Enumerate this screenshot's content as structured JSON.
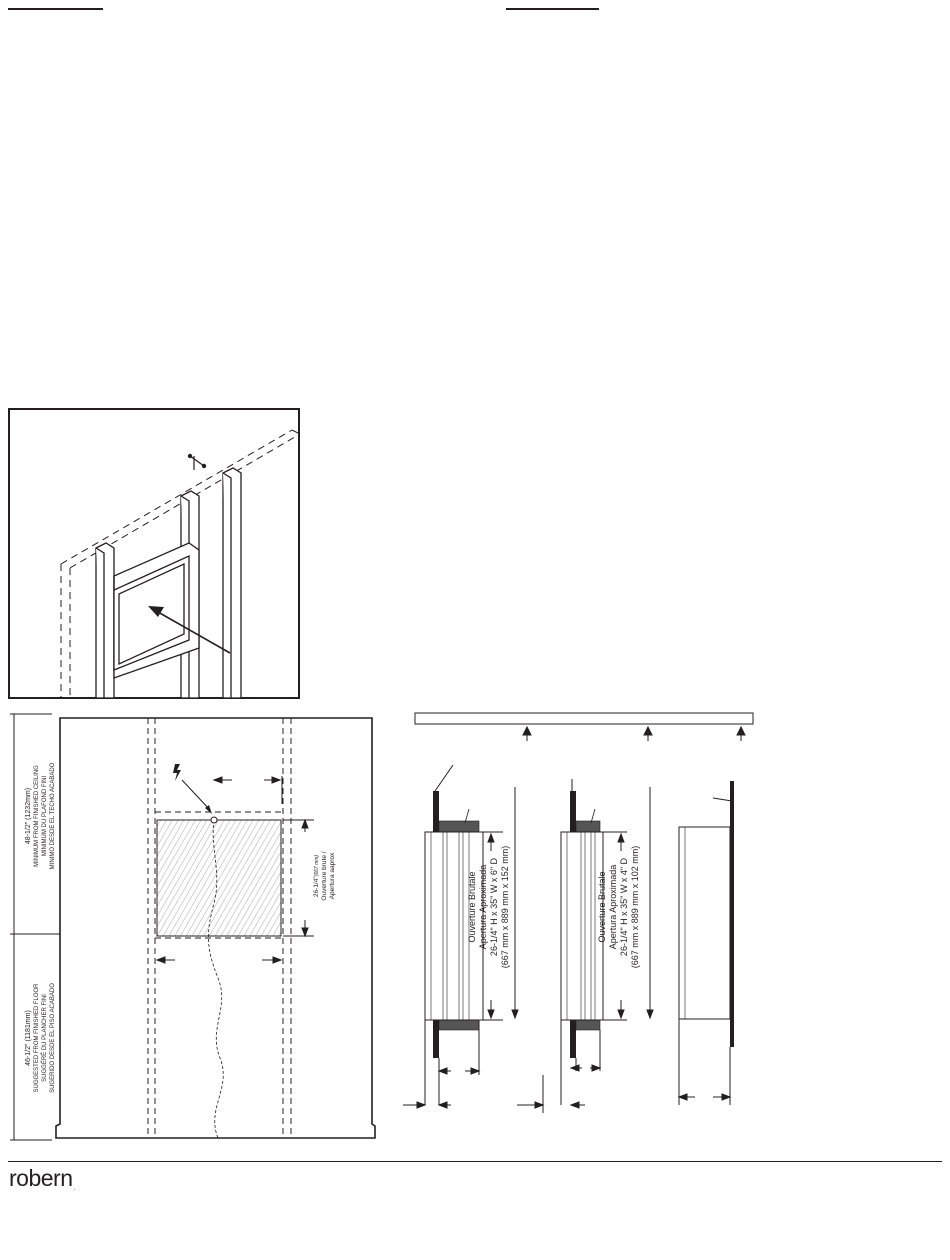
{
  "brand": {
    "logo_text": "robern",
    "trademark": "."
  },
  "elevation": {
    "min_ceiling": {
      "value": "48-1/2\" (1232mm)",
      "en": "MINIMUM FROM FINISHED CEILING",
      "fr": "MINIMUM DU PLAFOND FINI",
      "es": "MINIMO DESDE EL TECHO ACABADO"
    },
    "suggested_floor": {
      "value": "46-1/2\" (1181mm)",
      "en": "SUGGESTED FROM FINISHED FLOOR",
      "fr": "SUGGÉRÉ DU PLANCHER FINI",
      "es": "SUGERIDO DESDE EL PISO ACABADO"
    },
    "rough_height": {
      "value": "26-1/4\"",
      "metric": "(667 mm)",
      "line2": "Ouverture brute /",
      "line3": "Apertura aaprox"
    }
  },
  "sections": [
    {
      "label_fr": "Ouverture Brutale",
      "label_es": "Apertura Aproximada",
      "imperial": "26-1/4\" H  x  35\" W  x  6\"  D",
      "metric": "(667 mm x 889 mm x 152 mm)"
    },
    {
      "label_fr": "Ouverture Brutale",
      "label_es": "Apertura Aproximada",
      "imperial": "26-1/4\" H  x  35\" W  x  4\"  D",
      "metric": "(667 mm x 889 mm x 102 mm)"
    }
  ]
}
